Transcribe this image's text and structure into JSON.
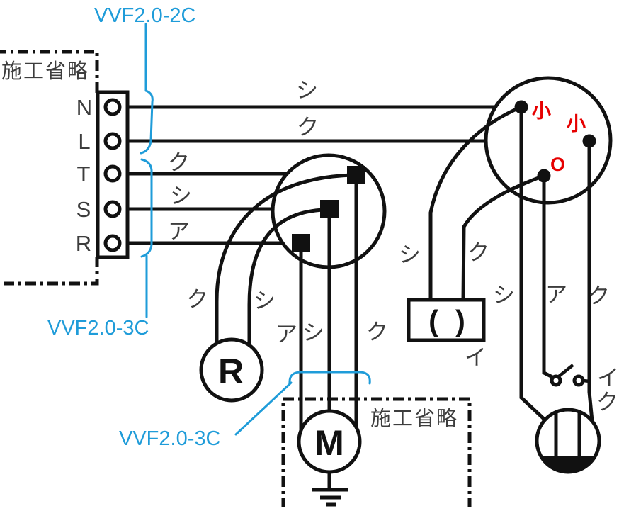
{
  "labels": {
    "cable_top": "VVF2.0-2C",
    "cable_left": "VVF2.0-3C",
    "cable_bottom": "VVF2.0-3C",
    "box_top_left": "施工省略",
    "box_bottom": "施工省略",
    "lamp_receptacle_letter": "R",
    "motor_letter": "M",
    "receptacle_symbol": "( )"
  },
  "terminals": [
    "N",
    "L",
    "T",
    "S",
    "R"
  ],
  "wire_color_marks": [
    {
      "id": "n-line",
      "char": "シ"
    },
    {
      "id": "l-line",
      "char": "ク"
    },
    {
      "id": "t-line",
      "char": "ク"
    },
    {
      "id": "s-line",
      "char": "シ"
    },
    {
      "id": "r-line",
      "char": "ア"
    },
    {
      "id": "lamp-left-wire",
      "char": "ク"
    },
    {
      "id": "lamp-right-wire",
      "char": "シ"
    },
    {
      "id": "motor-left-wire",
      "char": "ア"
    },
    {
      "id": "motor-mid-wire",
      "char": "シ"
    },
    {
      "id": "motor-right-wire",
      "char": "ク"
    },
    {
      "id": "recept-left-wire",
      "char": "シ"
    },
    {
      "id": "recept-right-wire",
      "char": "ク"
    },
    {
      "id": "ceiling-white-wire",
      "char": "シ"
    },
    {
      "id": "switch-red-wire",
      "char": "ア"
    },
    {
      "id": "ceiling-black-wire",
      "char": "ク"
    },
    {
      "id": "recept-circuit",
      "char": "イ"
    },
    {
      "id": "switch-circuit",
      "char": "イ"
    },
    {
      "id": "switch-black-wire",
      "char": "ク"
    }
  ],
  "sleeve_marks": [
    {
      "id": "neutral-joint",
      "char": "小"
    },
    {
      "id": "live-joint",
      "char": "小"
    },
    {
      "id": "switch-joint",
      "char": "O"
    }
  ],
  "colors": {
    "line": "#111111",
    "text_gray": "#3d3d3d",
    "blue": "#1f9cd9",
    "red": "#e60000"
  }
}
